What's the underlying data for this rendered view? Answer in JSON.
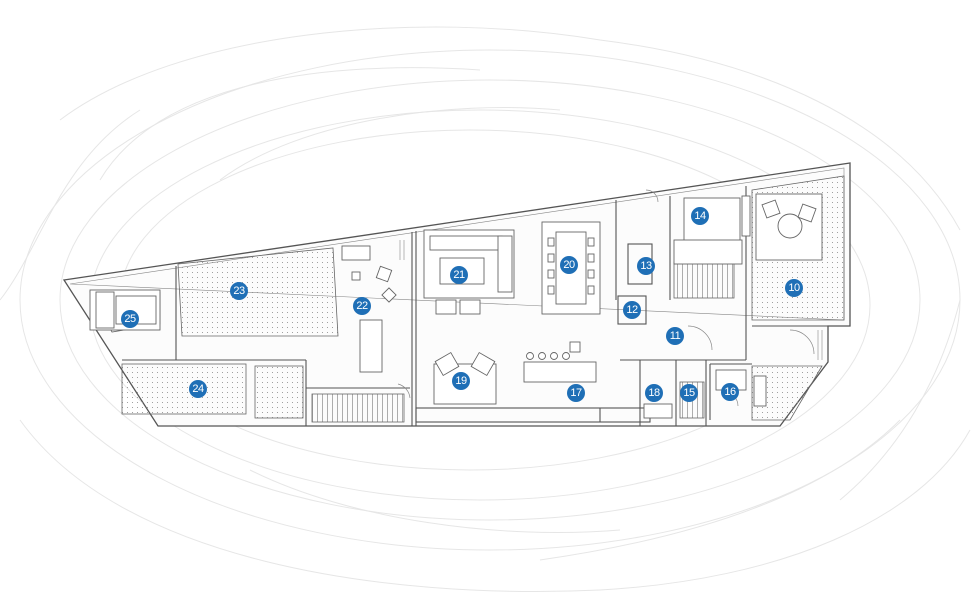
{
  "accent_color": "#1f6fb6",
  "markers": [
    {
      "label": "10"
    },
    {
      "label": "11"
    },
    {
      "label": "12"
    },
    {
      "label": "13"
    },
    {
      "label": "14"
    },
    {
      "label": "15"
    },
    {
      "label": "16"
    },
    {
      "label": "17"
    },
    {
      "label": "18"
    },
    {
      "label": "19"
    },
    {
      "label": "20"
    },
    {
      "label": "21"
    },
    {
      "label": "22"
    },
    {
      "label": "23"
    },
    {
      "label": "24"
    },
    {
      "label": "25"
    }
  ]
}
